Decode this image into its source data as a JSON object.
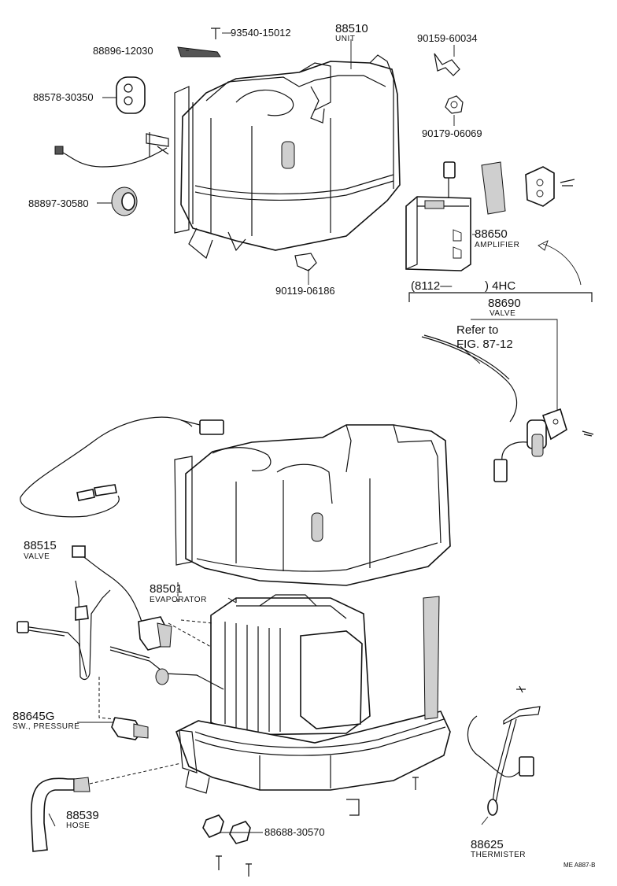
{
  "labels": {
    "p93540": "93540-15012",
    "p88510": "88510",
    "unit": "UNIT",
    "p90159": "90159-60034",
    "p88896": "88896-12030",
    "p88578": "88578-30350",
    "p90179": "90179-06069",
    "p88897": "88897-30580",
    "p88650": "88650",
    "amplifier": "AMPLIFIER",
    "p90119": "90119-06186",
    "serial_range": "(8112—",
    "engine": ") 4HC",
    "p88690": "88690",
    "valve_top": "VALVE",
    "refer_to": "Refer to",
    "fig_ref": "FIG. 87-12",
    "p88515": "88515",
    "valve_left": "VALVE",
    "p88501": "88501",
    "evaporator": "EVAPORATOR",
    "p88645g": "88645G",
    "sw_pressure": "SW., PRESSURE",
    "p88539": "88539",
    "hose": "HOSE",
    "p88688": "88688-30570",
    "p88625": "88625",
    "thermister": "THERMISTER",
    "catalog_code": "ME  A887-B"
  }
}
